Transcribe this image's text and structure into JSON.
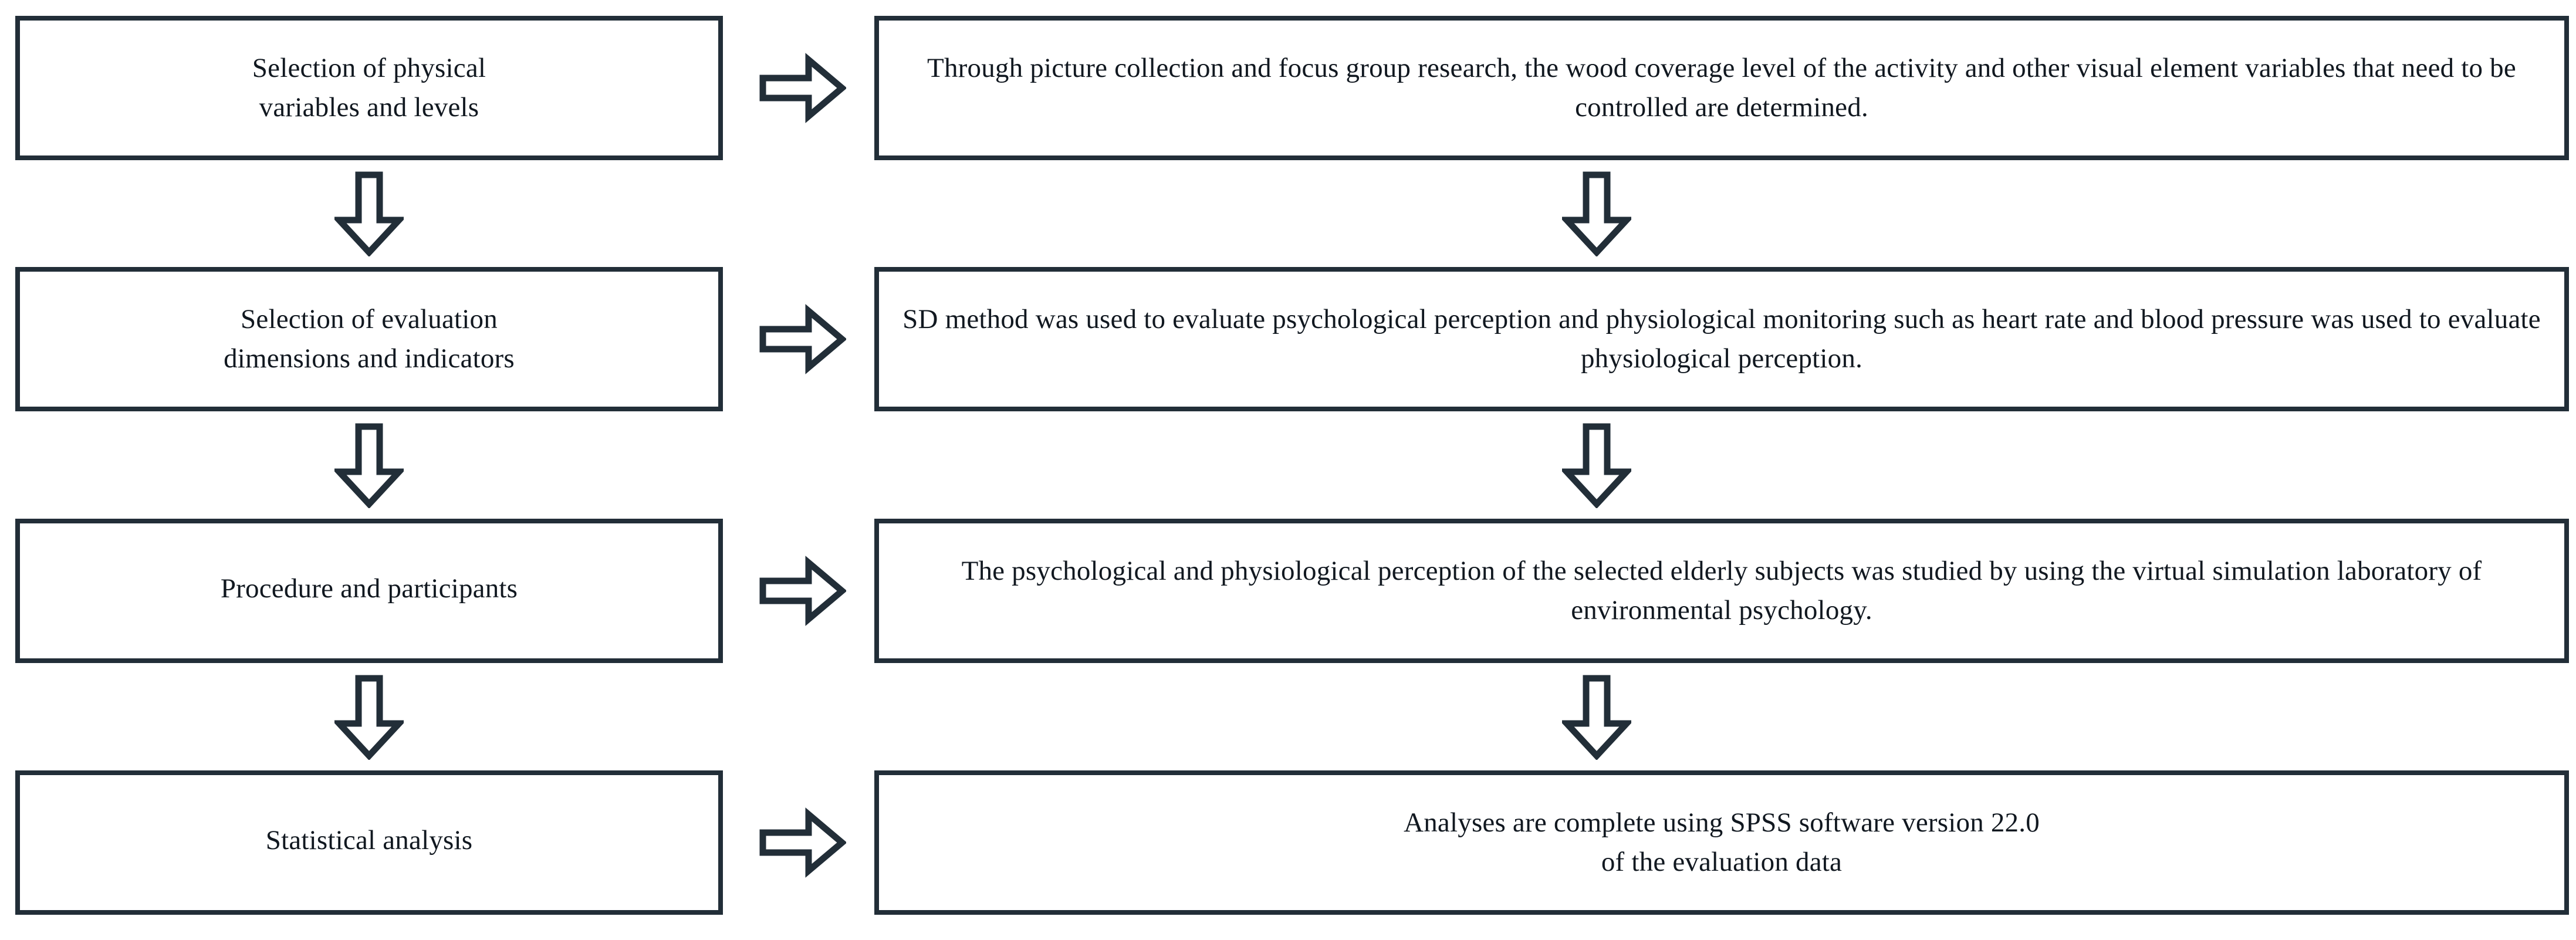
{
  "diagram": {
    "title": "Research methodology flowchart",
    "colors": {
      "border": "#222e38",
      "text": "#111820",
      "background": "#ffffff",
      "arrow_stroke": "#222e38",
      "arrow_fill": "#ffffff"
    },
    "rows": [
      {
        "step_label": "Selection of physical\nvariables and levels",
        "detail_text": "Through picture collection and focus group research, the wood coverage level of the activity and other visual element variables that need to be controlled are determined.",
        "connector_icon": "arrow-right-icon",
        "below_connector_icon": "arrow-down-icon"
      },
      {
        "step_label": "Selection of evaluation\ndimensions and indicators",
        "detail_text": "SD method was used to evaluate psychological perception and physiological monitoring such as heart rate and blood pressure was used to evaluate physiological perception.",
        "connector_icon": "arrow-right-icon",
        "below_connector_icon": "arrow-down-icon"
      },
      {
        "step_label": "Procedure and participants",
        "detail_text": "The psychological and physiological perception of the selected elderly subjects was studied by using the virtual simulation laboratory of environmental psychology.",
        "connector_icon": "arrow-right-icon",
        "below_connector_icon": "arrow-down-icon"
      },
      {
        "step_label": "Statistical analysis",
        "detail_text": "Analyses are complete using SPSS software version 22.0\nof the evaluation data",
        "connector_icon": "arrow-right-icon",
        "below_connector_icon": null
      }
    ]
  }
}
